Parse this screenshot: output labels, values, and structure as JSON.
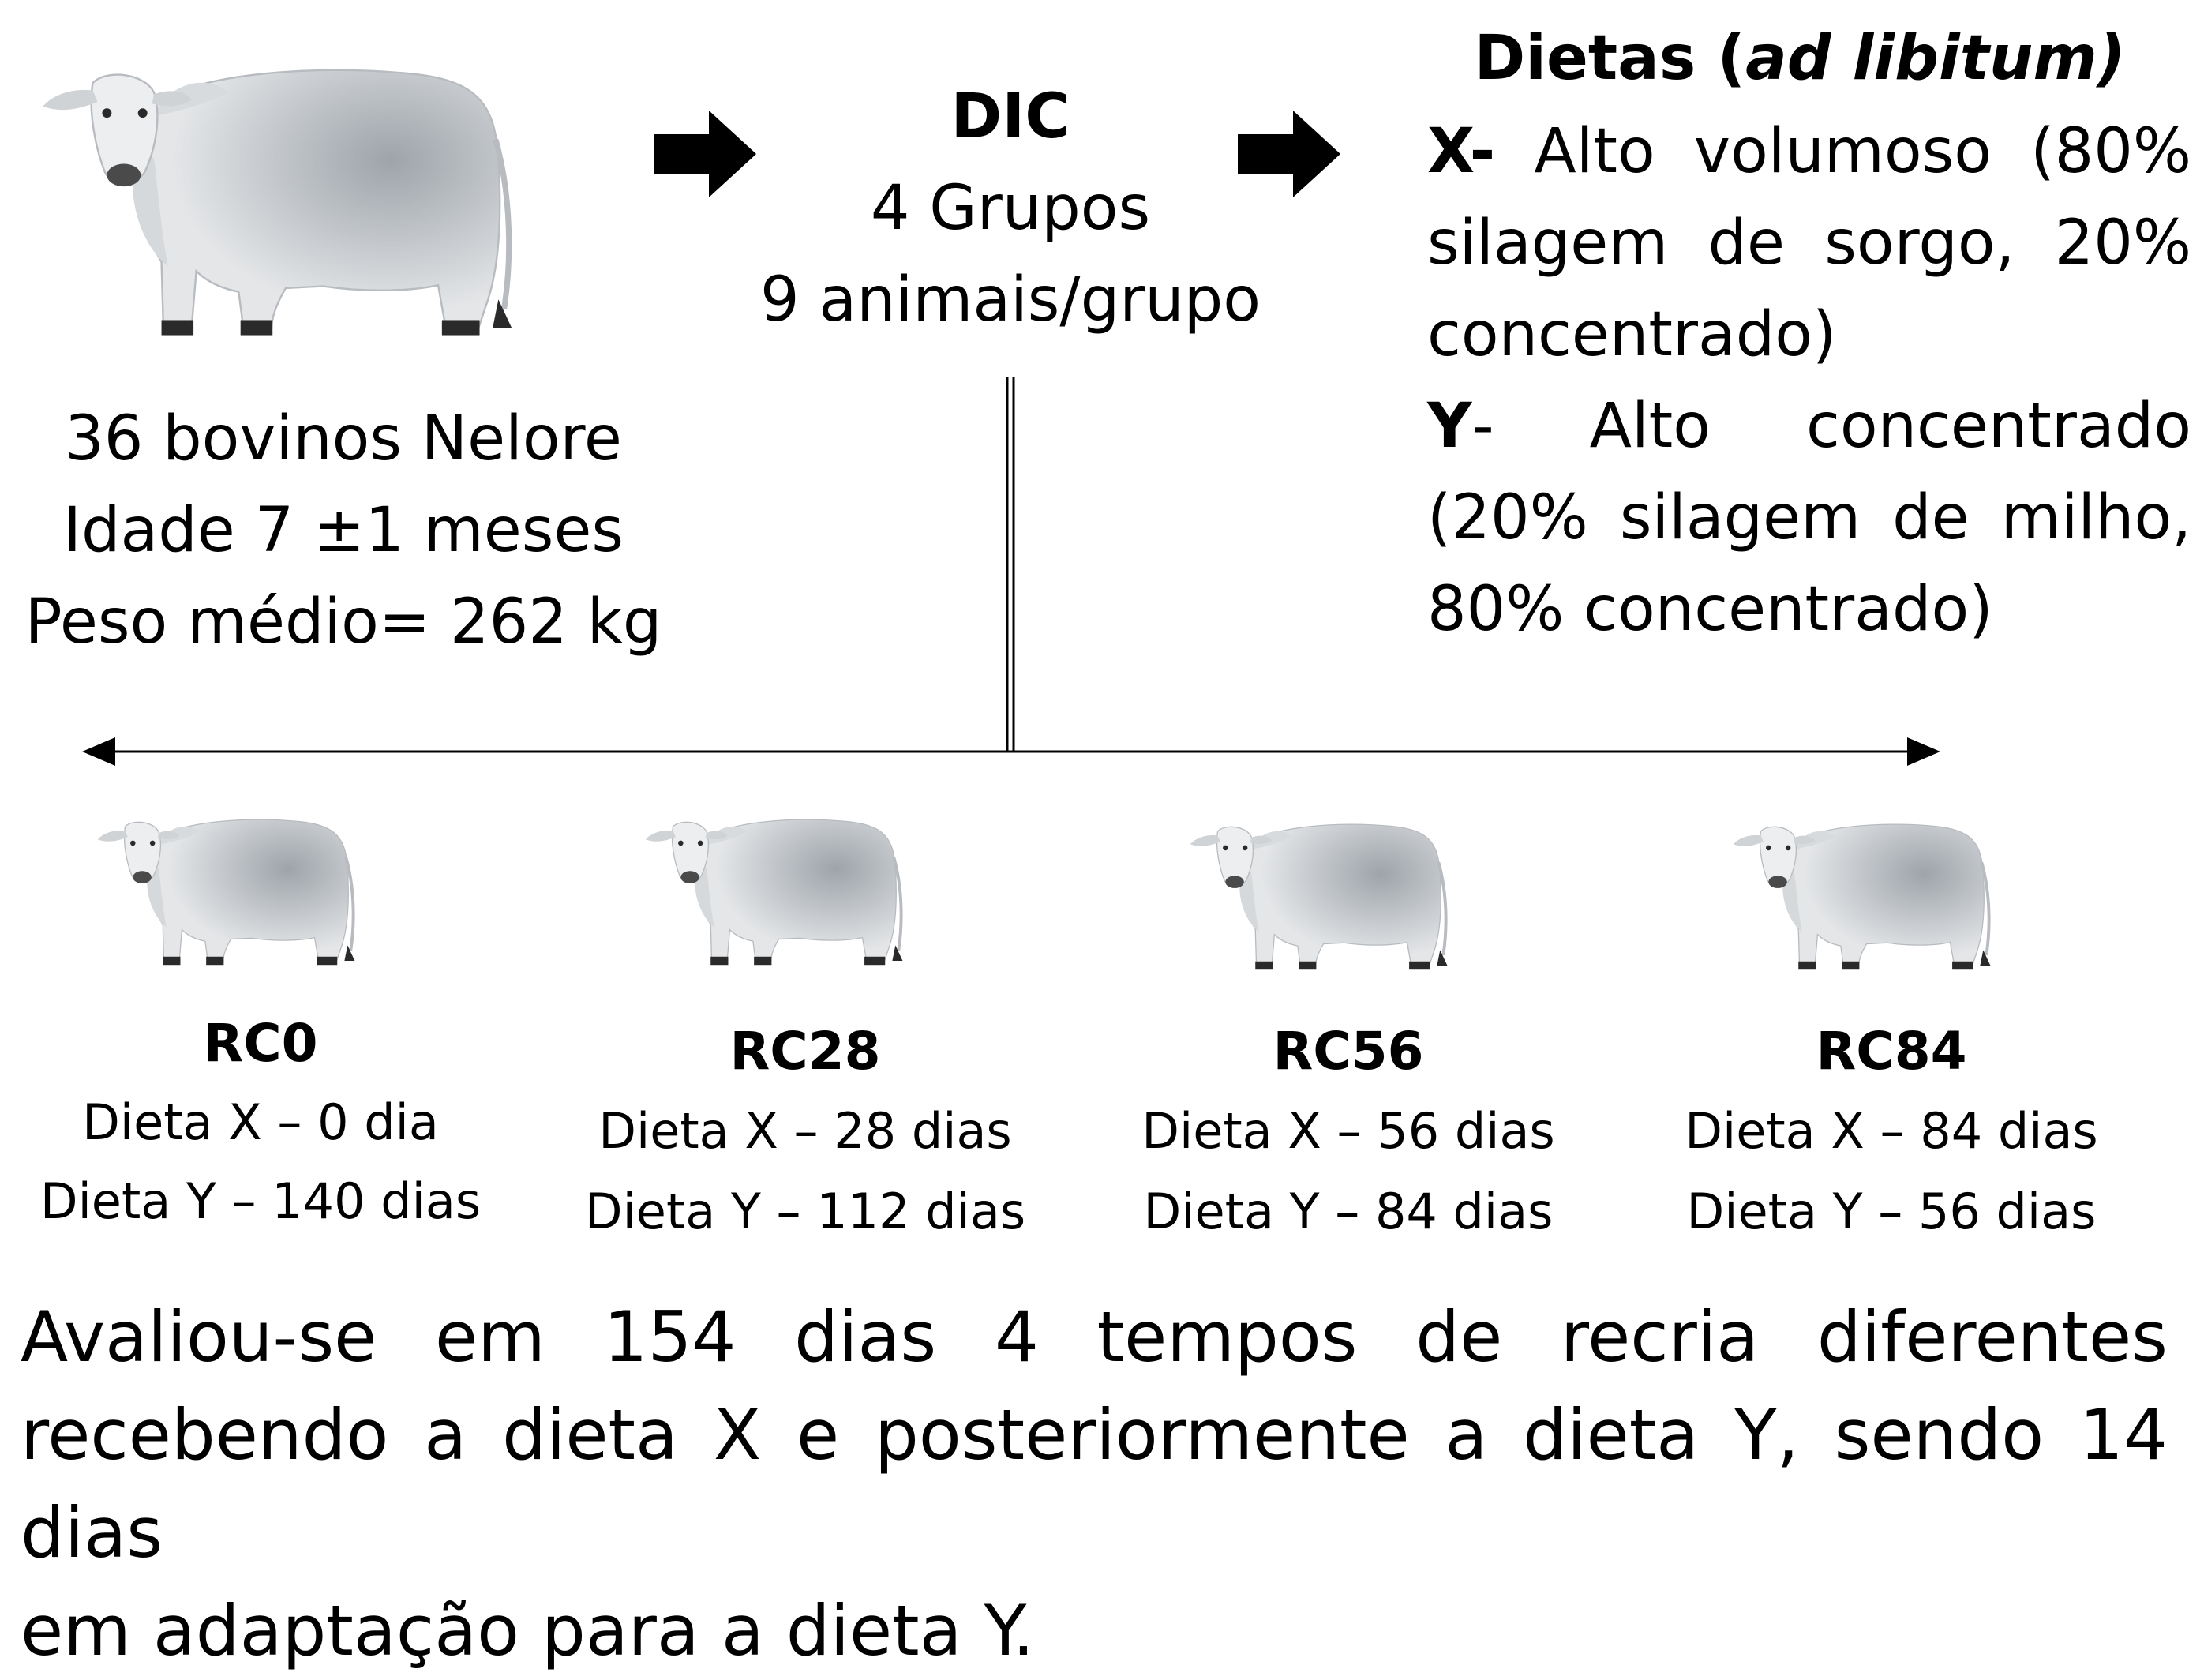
{
  "animals": {
    "line1": "36 bovinos Nelore",
    "line2": "Idade 7 ±1 meses",
    "line3": "Peso médio= 262 kg"
  },
  "design": {
    "title": "DIC",
    "groups": "4 Grupos",
    "per_group": "9 animais/grupo"
  },
  "diets": {
    "title_prefix": "Dietas (",
    "title_italic": "ad libitum)",
    "x_label": "X-",
    "x_line1": "Alto volumoso (80%",
    "x_line2": "silagem de sorgo, 20%",
    "x_line3": "concentrado)",
    "y_label": "Y",
    "y_line1_rest": "- Alto concentrado",
    "y_line2": "(20% silagem de milho,",
    "y_line3": "80% concentrado)"
  },
  "groups": [
    {
      "name": "RC0",
      "diet_x": "Dieta X – 0 dia",
      "diet_y": "Dieta Y – 140 dias"
    },
    {
      "name": "RC28",
      "diet_x": "Dieta X – 28 dias",
      "diet_y": "Dieta Y – 112 dias"
    },
    {
      "name": "RC56",
      "diet_x": "Dieta X – 56 dias",
      "diet_y": "Dieta Y – 84 dias"
    },
    {
      "name": "RC84",
      "diet_x": "Dieta X – 84 dias",
      "diet_y": "Dieta Y – 56 dias"
    }
  ],
  "summary": {
    "line1": "Avaliou-se em 154 dias 4 tempos de recria diferentes",
    "line2": "recebendo a dieta X e posteriormente a dieta Y, sendo 14 dias",
    "line3": "em adaptação para a dieta Y."
  },
  "colors": {
    "text": "#000000",
    "cow_body": "#e6e8ea",
    "cow_shadow": "#9aa0a6",
    "cow_dark": "#3a3a3a"
  }
}
